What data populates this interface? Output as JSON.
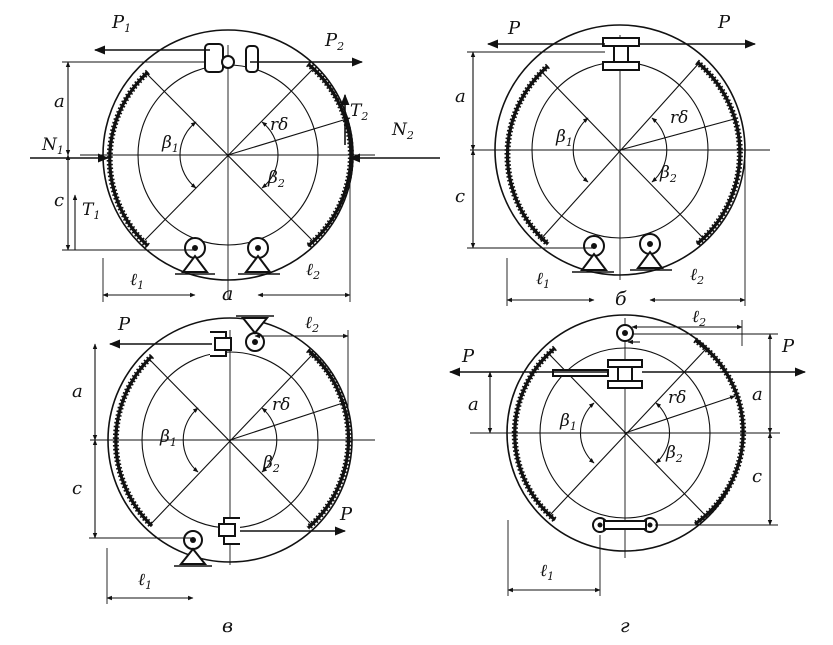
{
  "panels": [
    {
      "caption": "а",
      "labels": {
        "P1": "P",
        "P1_sub": "1",
        "P2": "P",
        "P2_sub": "2",
        "a": "a",
        "c": "c",
        "beta1": "β",
        "beta1_sub": "1",
        "beta2": "β",
        "beta2_sub": "2",
        "r": "rδ",
        "N1": "N",
        "N1_sub": "1",
        "N2": "N",
        "N2_sub": "2",
        "T1": "T",
        "T1_sub": "1",
        "T2": "T",
        "T2_sub": "2",
        "l1": "ℓ",
        "l1_sub": "1",
        "l2": "ℓ",
        "l2_sub": "2"
      }
    },
    {
      "caption": "б",
      "labels": {
        "P_left": "P",
        "P_right": "P",
        "a": "a",
        "c": "c",
        "beta1": "β",
        "beta1_sub": "1",
        "beta2": "β",
        "beta2_sub": "2",
        "r": "rδ",
        "l1": "ℓ",
        "l1_sub": "1",
        "l2": "ℓ",
        "l2_sub": "2"
      }
    },
    {
      "caption": "в",
      "labels": {
        "P_top": "P",
        "P_bottom": "P",
        "a": "a",
        "c": "c",
        "beta1": "β",
        "beta1_sub": "1",
        "beta2": "β",
        "beta2_sub": "2",
        "r": "rδ",
        "l1": "ℓ",
        "l1_sub": "1",
        "l2": "ℓ",
        "l2_sub": "2"
      }
    },
    {
      "caption": "г",
      "labels": {
        "P_left": "P",
        "P_right": "P",
        "a_left": "a",
        "a_right": "a",
        "c": "c",
        "beta1": "β",
        "beta1_sub": "1",
        "beta2": "β",
        "beta2_sub": "2",
        "r": "rδ",
        "l1": "ℓ",
        "l1_sub": "1",
        "l2": "ℓ",
        "l2_sub": "2"
      }
    }
  ]
}
